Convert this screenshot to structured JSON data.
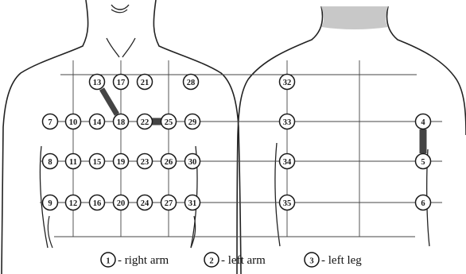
{
  "colors": {
    "line": "#222222",
    "grid": "#444444",
    "connector": "#444444",
    "neck_back": "#c8c8c8",
    "background": "#ffffff"
  },
  "front_electrodes": [
    "13",
    "17",
    "21",
    "28",
    "7",
    "10",
    "14",
    "18",
    "22",
    "25",
    "29",
    "8",
    "11",
    "15",
    "19",
    "23",
    "26",
    "30",
    "9",
    "12",
    "16",
    "20",
    "24",
    "27",
    "31"
  ],
  "back_electrodes": [
    "32",
    "33",
    "34",
    "35",
    "4",
    "5",
    "6"
  ],
  "legend": [
    {
      "num": "1",
      "text": "- right arm"
    },
    {
      "num": "2",
      "text": "- left arm"
    },
    {
      "num": "3",
      "text": "- left leg"
    }
  ]
}
